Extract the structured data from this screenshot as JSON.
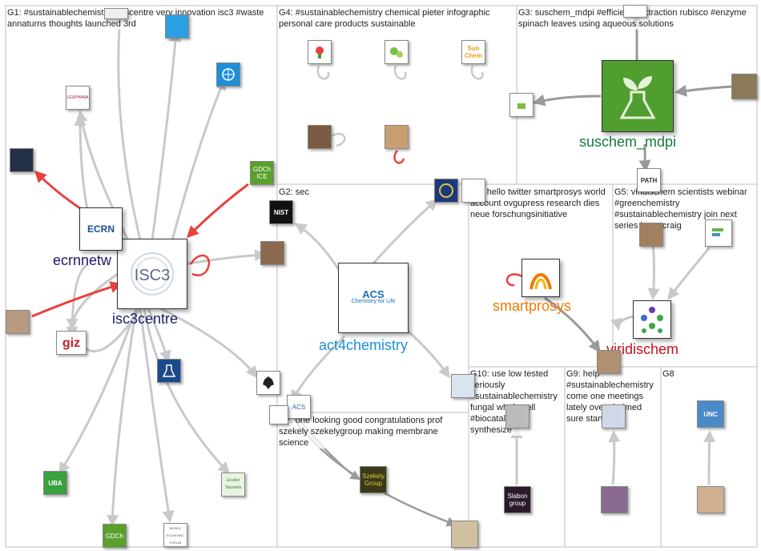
{
  "groups": {
    "g1": "G1: #sustainablechemistry isc3centre very innovation isc3 #waste annaturns thoughts launched 3rd",
    "g2": "G2: sec",
    "g3": "G3: suschem_mdpi #efficient #extraction rubisco #enzyme spinach leaves using aqueous solutions",
    "g4": "G4: #sustainablechemistry chemical pieter infographic personal care products sustainable",
    "g5": "G5: viridischem scientists webinar #greenchemistry #sustainablechemistry join next series learn craig",
    "g6": "G6: hello twitter smartprosys world account ovgupress research dies neue forschungsinitiative",
    "g7": "G7: one looking good congratulations prof szekely szekelygroup making membrane science",
    "g8": "G8",
    "g9": "G9: help #sustainablechemistry come one meetings lately overwhelmed sure start re",
    "g10": "G10: use low tested seriously #sustainablechemistry fungal whole cell #biocatalysis synthesize"
  },
  "hubs": {
    "isc3centre": {
      "label": "isc3centre",
      "logo": "ISC3",
      "color": "#1a1a6e"
    },
    "ecrnnetwork": {
      "label": "ecrnnetw",
      "logo": "ECRN",
      "color": "#1a1a6e"
    },
    "act4chemistry": {
      "label": "act4chemistry",
      "logo": "ACS",
      "sub": "Chemistry for Life",
      "color": "#1c8fd4"
    },
    "suschem_mdpi": {
      "label": "suschem_mdpi",
      "color": "#157a3a"
    },
    "smartprosys": {
      "label": "smartprosys",
      "color": "#f07800"
    },
    "viridischem": {
      "label": "viridischem",
      "color": "#c4101c"
    }
  },
  "nodes": {
    "giz": "giz",
    "uba": "UBA",
    "gdch": "GDCh",
    "nist": "NIST",
    "szekely": "Szekely Group",
    "slabon": "Slabon group",
    "unc": "UNC",
    "sunchem": "Sun Chem",
    "cic": "GDCh ICE",
    "leuphana": "LEUPHANA",
    "weforum": "WORLD ECONOMIC FORUM",
    "path": "PATH",
    "eskil": "EcoAct Tanzania",
    "acs_small": "ACS"
  },
  "colors": {
    "edge_gray": "#c9c9c9",
    "edge_red": "#e8413f",
    "panel_border": "#bdbdbd"
  }
}
